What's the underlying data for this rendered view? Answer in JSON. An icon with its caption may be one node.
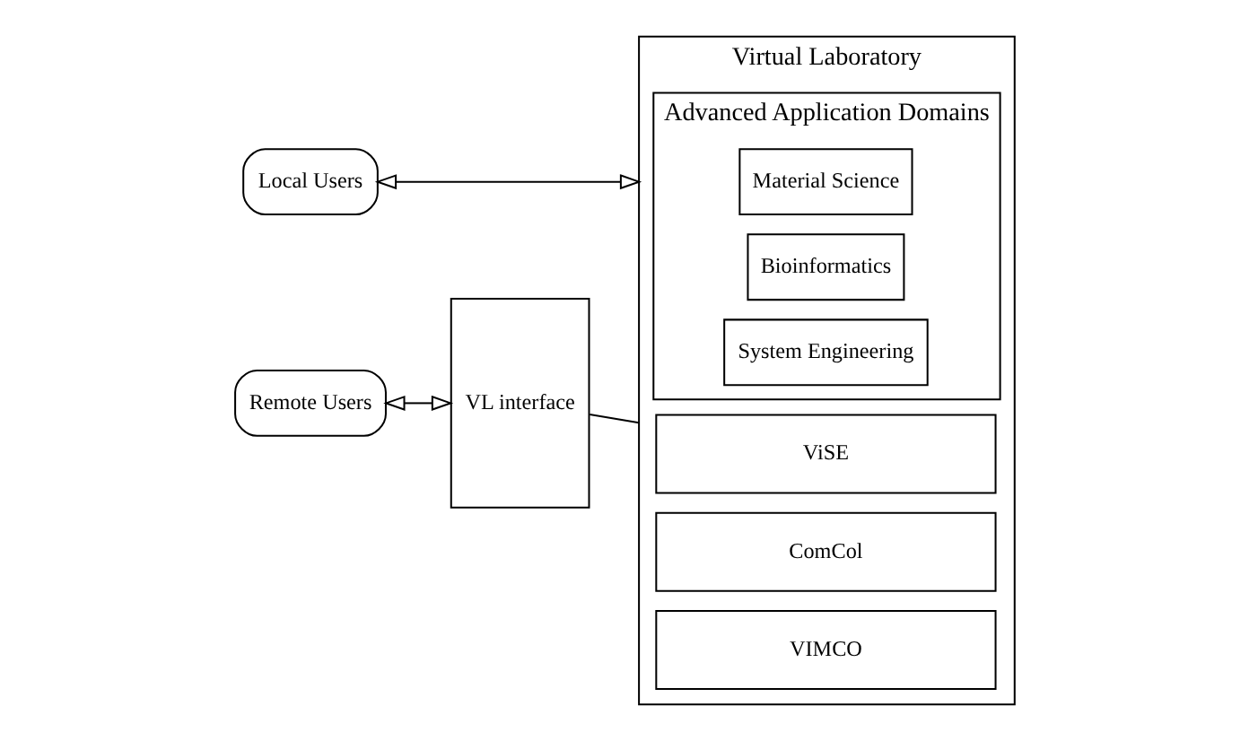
{
  "diagram": {
    "nodes": [
      {
        "text": [
          "Virtual Laboratory"
        ]
      },
      {
        "text": [
          "Advanced Application Domains"
        ],
        "in": 0
      },
      {
        "text": [
          "Material Science"
        ],
        "in": 1
      },
      {
        "text": [
          "Bioinformatics"
        ],
        "in": 1
      },
      {
        "text": [
          "System Engineering"
        ],
        "in": 1
      },
      {
        "text": [
          "ViSE"
        ],
        "in": 0
      },
      {
        "text": [
          "ComCol"
        ],
        "in": 0
      },
      {
        "text": [
          "VIMCO"
        ],
        "in": 0
      },
      {
        "text": [
          "Local Users"
        ]
      },
      {
        "text": [
          "Remote Users"
        ]
      },
      {
        "text": [
          "VL interface"
        ]
      }
    ],
    "edges": [
      {
        "from": 8,
        "to": 0,
        "arrow": "both"
      },
      {
        "from": 9,
        "to": 10,
        "arrow": "both"
      },
      {
        "from": 10,
        "to": 0,
        "arrow": "none"
      }
    ]
  }
}
